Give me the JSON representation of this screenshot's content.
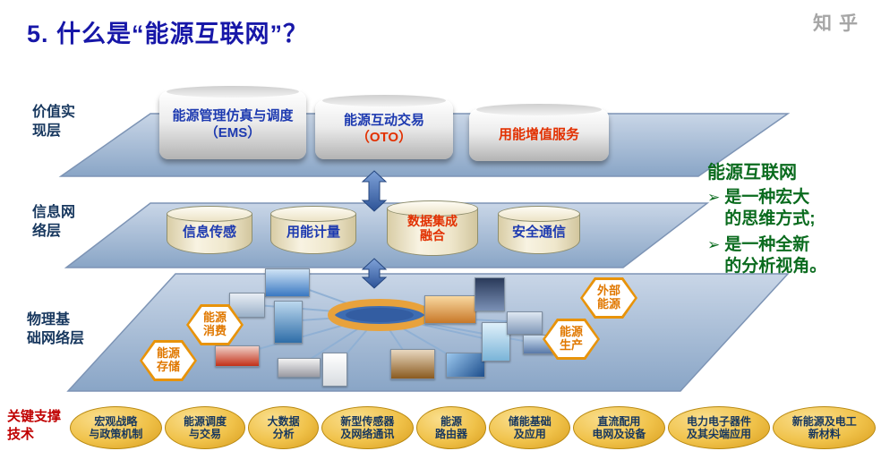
{
  "title": "5. 什么是“能源互联网”？",
  "watermark": "知乎",
  "layer_labels": {
    "value": {
      "line1": "价值实",
      "line2": "现层"
    },
    "info": {
      "line1": "信息网",
      "line2": "络层"
    },
    "physical": {
      "line1": "物理基",
      "line2": "础网络层"
    },
    "support": {
      "line1": "关键支撑",
      "line2": "技术"
    }
  },
  "value_layer": {
    "boxes": [
      {
        "line1": "能源管理仿真与调度",
        "line2": "（EMS）"
      },
      {
        "line1": "能源互动交易",
        "line2": "（OTO）"
      },
      {
        "line1": "用能增值服务",
        "line2": ""
      }
    ]
  },
  "info_layer": {
    "cylinders": [
      {
        "line1": "信息传感",
        "line2": ""
      },
      {
        "line1": "用能计量",
        "line2": ""
      },
      {
        "line1": "数据集成",
        "line2": "融合"
      },
      {
        "line1": "安全通信",
        "line2": ""
      }
    ]
  },
  "physical_layer": {
    "hexagons": [
      {
        "line1": "能源",
        "line2": "消费"
      },
      {
        "line1": "能源",
        "line2": "存储"
      },
      {
        "line1": "外部",
        "line2": "能源"
      },
      {
        "line1": "能源",
        "line2": "生产"
      }
    ],
    "assets": [
      "truck",
      "factory",
      "office-building",
      "red-car",
      "silver-car",
      "home-appliance",
      "electric-motor",
      "solar-panel",
      "wind-turbine",
      "port-bridge",
      "power-lines",
      "substation",
      "transmission-towers"
    ]
  },
  "side_note": {
    "title": "能源互联网",
    "bullet_char": "➢",
    "bullets": [
      {
        "line1": "是一种宏大",
        "line2": "的思维方式;"
      },
      {
        "line1": "是一种全新",
        "line2": "的分析视角。"
      }
    ]
  },
  "support_items": [
    {
      "line1": "宏观战略",
      "line2": "与政策机制"
    },
    {
      "line1": "能源调度",
      "line2": "与交易"
    },
    {
      "line1": "大数据",
      "line2": "分析"
    },
    {
      "line1": "新型传感器",
      "line2": "及网络通讯"
    },
    {
      "line1": "能源",
      "line2": "路由器"
    },
    {
      "line1": "储能基础",
      "line2": "及应用"
    },
    {
      "line1": "直流配用",
      "line2": "电网及设备"
    },
    {
      "line1": "电力电子器件",
      "line2": "及其尖端应用"
    },
    {
      "line1": "新能源及电工",
      "line2": "新材料"
    }
  ],
  "colors": {
    "title_blue": "#1717a8",
    "label_navy": "#17375e",
    "support_red": "#c00000",
    "box_text_blue": "#1d3ab0",
    "box_text_red": "#e23000",
    "hex_orange": "#e07800",
    "oval_gold": "#f0c24a",
    "note_green": "#0a6b1e",
    "platform_blue": "#9fb6d4",
    "hub_ring_orange": "#e8a23c",
    "arrow_blue": "#2d5397"
  }
}
